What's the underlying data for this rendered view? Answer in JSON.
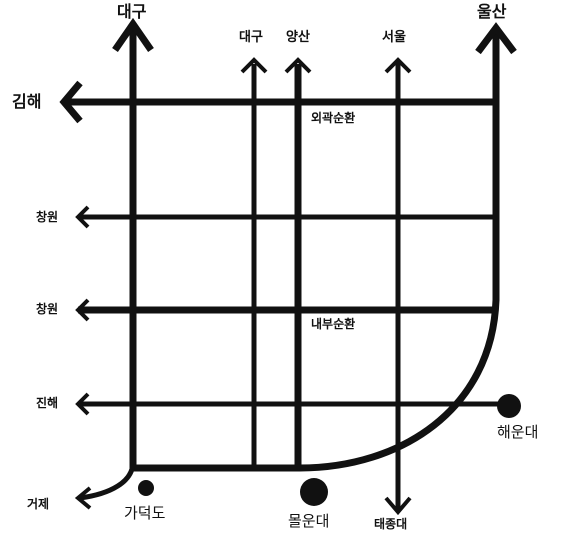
{
  "top_labels": {
    "daegu_main": "대구",
    "daegu": "대구",
    "yangsan": "양산",
    "seoul": "서울",
    "ulsan": "울산"
  },
  "left_labels": {
    "gimhae": "김해",
    "changwon_1": "창원",
    "changwon_2": "창원",
    "jinhae": "진해",
    "geoje": "거제"
  },
  "ring_labels": {
    "outer": "외곽순환",
    "inner": "내부순환"
  },
  "bottom_labels": {
    "gadeokdo": "가덕도",
    "molundae": "몰운대",
    "taejongdae": "태종대",
    "haeundae": "해운대"
  }
}
